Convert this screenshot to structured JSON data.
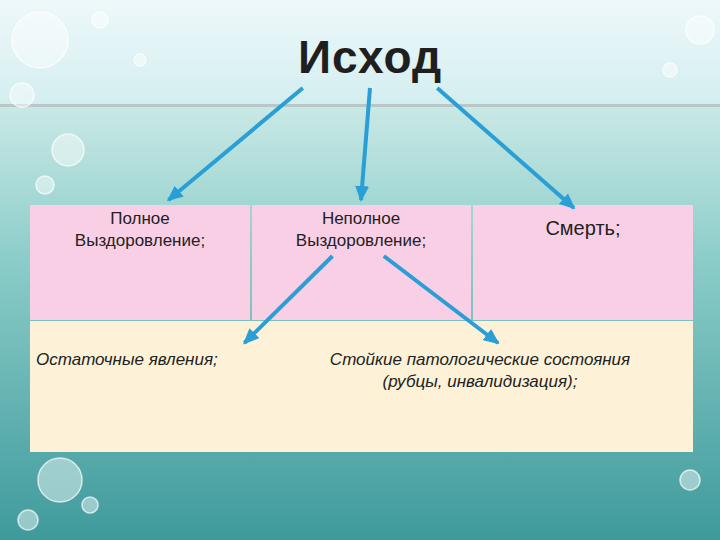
{
  "diagram": {
    "nodes": [
      {
        "text": [
          "Исход"
        ]
      },
      {
        "text": [
          "Полное Выздоровление;"
        ]
      },
      {
        "text": [
          "Неполное Выздоровление;"
        ]
      },
      {
        "text": [
          "Смерть;"
        ]
      },
      {
        "text": [
          "Остаточные явления;"
        ]
      },
      {
        "text": [
          "Стойкие патологические состояния (рубцы, инвалидизация);"
        ]
      }
    ],
    "edges": [
      {
        "from": 0,
        "to": 1,
        "arrow": "to"
      },
      {
        "from": 0,
        "to": 2,
        "arrow": "to"
      },
      {
        "from": 0,
        "to": 3,
        "arrow": "to"
      },
      {
        "from": 2,
        "to": 4,
        "arrow": "to"
      },
      {
        "from": 2,
        "to": 5,
        "arrow": "to"
      }
    ]
  }
}
